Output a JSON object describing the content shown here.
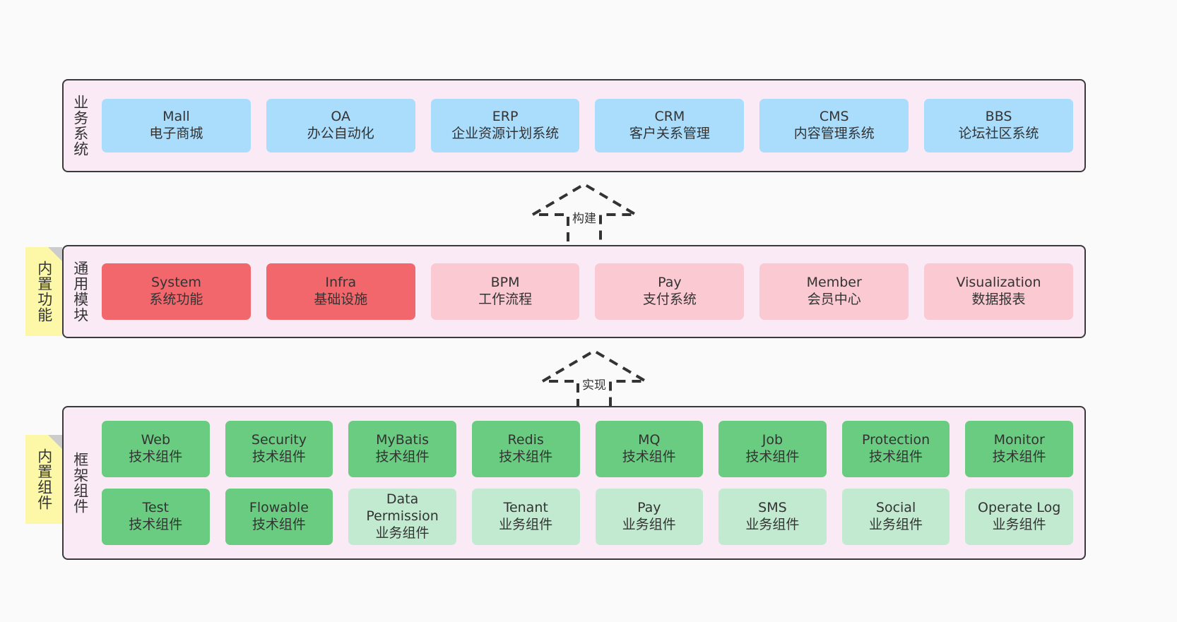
{
  "layers": [
    {
      "id": "business",
      "label": "业务系统",
      "rows": [
        {
          "style": "blue",
          "cards": [
            {
              "t1": "Mall",
              "t2": "电子商城"
            },
            {
              "t1": "OA",
              "t2": "办公自动化"
            },
            {
              "t1": "ERP",
              "t2": "企业资源计划系统"
            },
            {
              "t1": "CRM",
              "t2": "客户关系管理"
            },
            {
              "t1": "CMS",
              "t2": "内容管理系统"
            },
            {
              "t1": "BBS",
              "t2": "论坛社区系统"
            }
          ]
        }
      ]
    },
    {
      "id": "modules",
      "label": "通用模块",
      "rows": [
        {
          "cards": [
            {
              "t1": "System",
              "t2": "系统功能",
              "style": "red"
            },
            {
              "t1": "Infra",
              "t2": "基础设施",
              "style": "red"
            },
            {
              "t1": "BPM",
              "t2": "工作流程",
              "style": "pink"
            },
            {
              "t1": "Pay",
              "t2": "支付系统",
              "style": "pink"
            },
            {
              "t1": "Member",
              "t2": "会员中心",
              "style": "pink"
            },
            {
              "t1": "Visualization",
              "t2": "数据报表",
              "style": "pink"
            }
          ]
        }
      ]
    },
    {
      "id": "framework",
      "label": "框架组件",
      "rows": [
        {
          "style": "green",
          "cards": [
            {
              "t1": "Web",
              "t2": "技术组件"
            },
            {
              "t1": "Security",
              "t2": "技术组件"
            },
            {
              "t1": "MyBatis",
              "t2": "技术组件"
            },
            {
              "t1": "Redis",
              "t2": "技术组件"
            },
            {
              "t1": "MQ",
              "t2": "技术组件"
            },
            {
              "t1": "Job",
              "t2": "技术组件"
            },
            {
              "t1": "Protection",
              "t2": "技术组件"
            },
            {
              "t1": "Monitor",
              "t2": "技术组件"
            }
          ]
        },
        {
          "cards": [
            {
              "t1": "Test",
              "t2": "技术组件",
              "style": "green"
            },
            {
              "t1": "Flowable",
              "t2": "技术组件",
              "style": "green"
            },
            {
              "t1": "Data Permission",
              "t2": "业务组件",
              "style": "lgreen"
            },
            {
              "t1": "Tenant",
              "t2": "业务组件",
              "style": "lgreen"
            },
            {
              "t1": "Pay",
              "t2": "业务组件",
              "style": "lgreen"
            },
            {
              "t1": "SMS",
              "t2": "业务组件",
              "style": "lgreen"
            },
            {
              "t1": "Social",
              "t2": "业务组件",
              "style": "lgreen"
            },
            {
              "t1": "Operate Log",
              "t2": "业务组件",
              "style": "lgreen"
            }
          ]
        }
      ]
    }
  ],
  "stickies": [
    {
      "id": "modules",
      "label": "内置功能"
    },
    {
      "id": "framework",
      "label": "内置组件"
    }
  ],
  "arrows": [
    {
      "id": "build",
      "label": "构建"
    },
    {
      "id": "impl",
      "label": "实现"
    }
  ],
  "colors": {
    "layer_background": "#f9eaf5",
    "layer_border": "#3a3a3a",
    "business_card": "#aadcfb",
    "module_core": "#f2676c",
    "module_optional": "#fbc9d1",
    "framework_tech": "#69cc80",
    "framework_biz": "#c2ead0",
    "sticky": "#fcf8a8",
    "page_background": "#fafafa"
  }
}
